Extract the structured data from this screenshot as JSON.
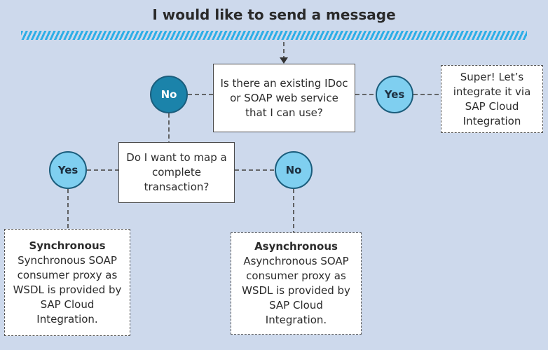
{
  "title": "I would like to send a message",
  "question_existing": "Is there an existing IDoc or SOAP web service that I can use?",
  "question_complete": "Do I want to map a complete transaction?",
  "yes_label": "Yes",
  "no_label": "No",
  "result_existing": "Super! Let’s integrate it via SAP Cloud Integration",
  "sync": {
    "heading": "Synchronous",
    "text": "Synchronous SOAP consumer proxy as WSDL is provided by  SAP Cloud Integration."
  },
  "async": {
    "heading": "Asynchronous",
    "text": "Asynchronous SOAP consumer proxy as WSDL is provided by SAP Cloud Integration."
  },
  "colors": {
    "background": "#cdd9ec",
    "hatch": "#2eaee6",
    "node_dark": "#1b83aa",
    "node_light": "#7fcff0"
  }
}
